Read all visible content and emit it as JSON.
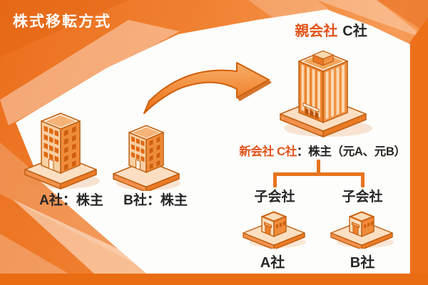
{
  "title": "株式移転方式",
  "palette": {
    "accent_text_orange": "#e1531a",
    "connector_orange": "#e8741f",
    "text_dark": "#262626",
    "base_orange": "#f08030",
    "bottom_strip_orange": "#ea6c13",
    "panel_white": "#fdfdfb",
    "title_white": "#ffffff"
  },
  "before_group": {
    "company_a_label": "A社：株主",
    "company_b_label": "B社：株主",
    "building_a_illustration": "office-tower-large",
    "building_b_illustration": "office-tower-medium"
  },
  "transfer_arrow": {
    "illustration": "curved-right-arrow"
  },
  "after_group": {
    "parent_company_prefix": "親会社",
    "parent_company_name": "C社",
    "parent_building_illustration": "office-tower-xl",
    "new_company_highlight": "新会社 C社",
    "new_company_rest": "：株主（元A、元B）",
    "subsidiary_left_label": "子会社",
    "subsidiary_right_label": "子会社",
    "subsidiary_a_label": "A社",
    "subsidiary_b_label": "B社",
    "subsidiary_building_illustration": "small-office-building"
  }
}
